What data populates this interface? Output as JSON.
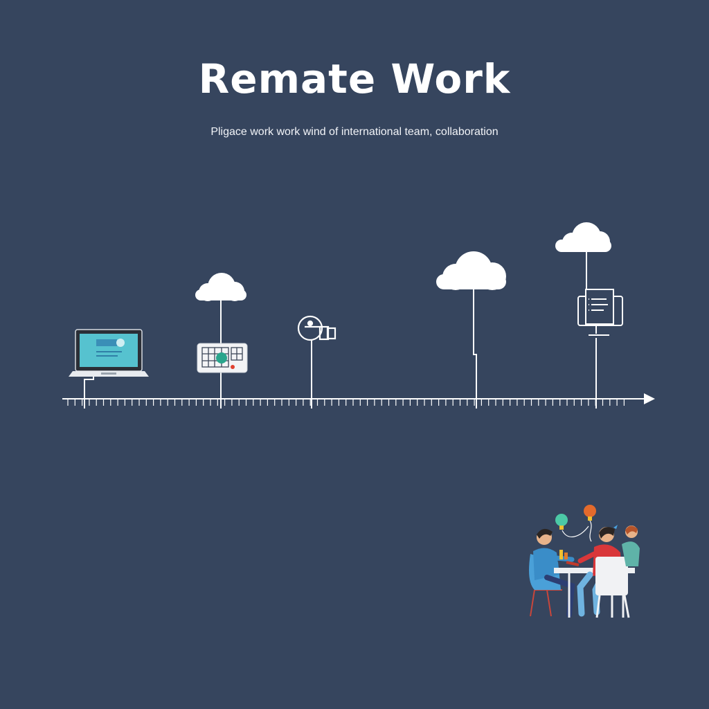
{
  "header": {
    "title": "Remate Work",
    "subtitle": "Pligace work work wind of international team, collaboration"
  },
  "timeline": {
    "icons": [
      {
        "name": "laptop-icon"
      },
      {
        "name": "cloud-icon-1"
      },
      {
        "name": "dashboard-device-icon"
      },
      {
        "name": "webcam-icon"
      },
      {
        "name": "cloud-icon-2"
      },
      {
        "name": "cloud-icon-3"
      },
      {
        "name": "monitor-document-icon"
      }
    ]
  },
  "illustration": {
    "name": "team-collaboration-illustration"
  },
  "colors": {
    "background": "#36455e",
    "line": "#ffffff",
    "screen": "#56c2cf",
    "accent_green": "#2aa58c",
    "accent_red": "#e0412f",
    "person_blue": "#3a8dc8",
    "person_red": "#d9373a"
  }
}
